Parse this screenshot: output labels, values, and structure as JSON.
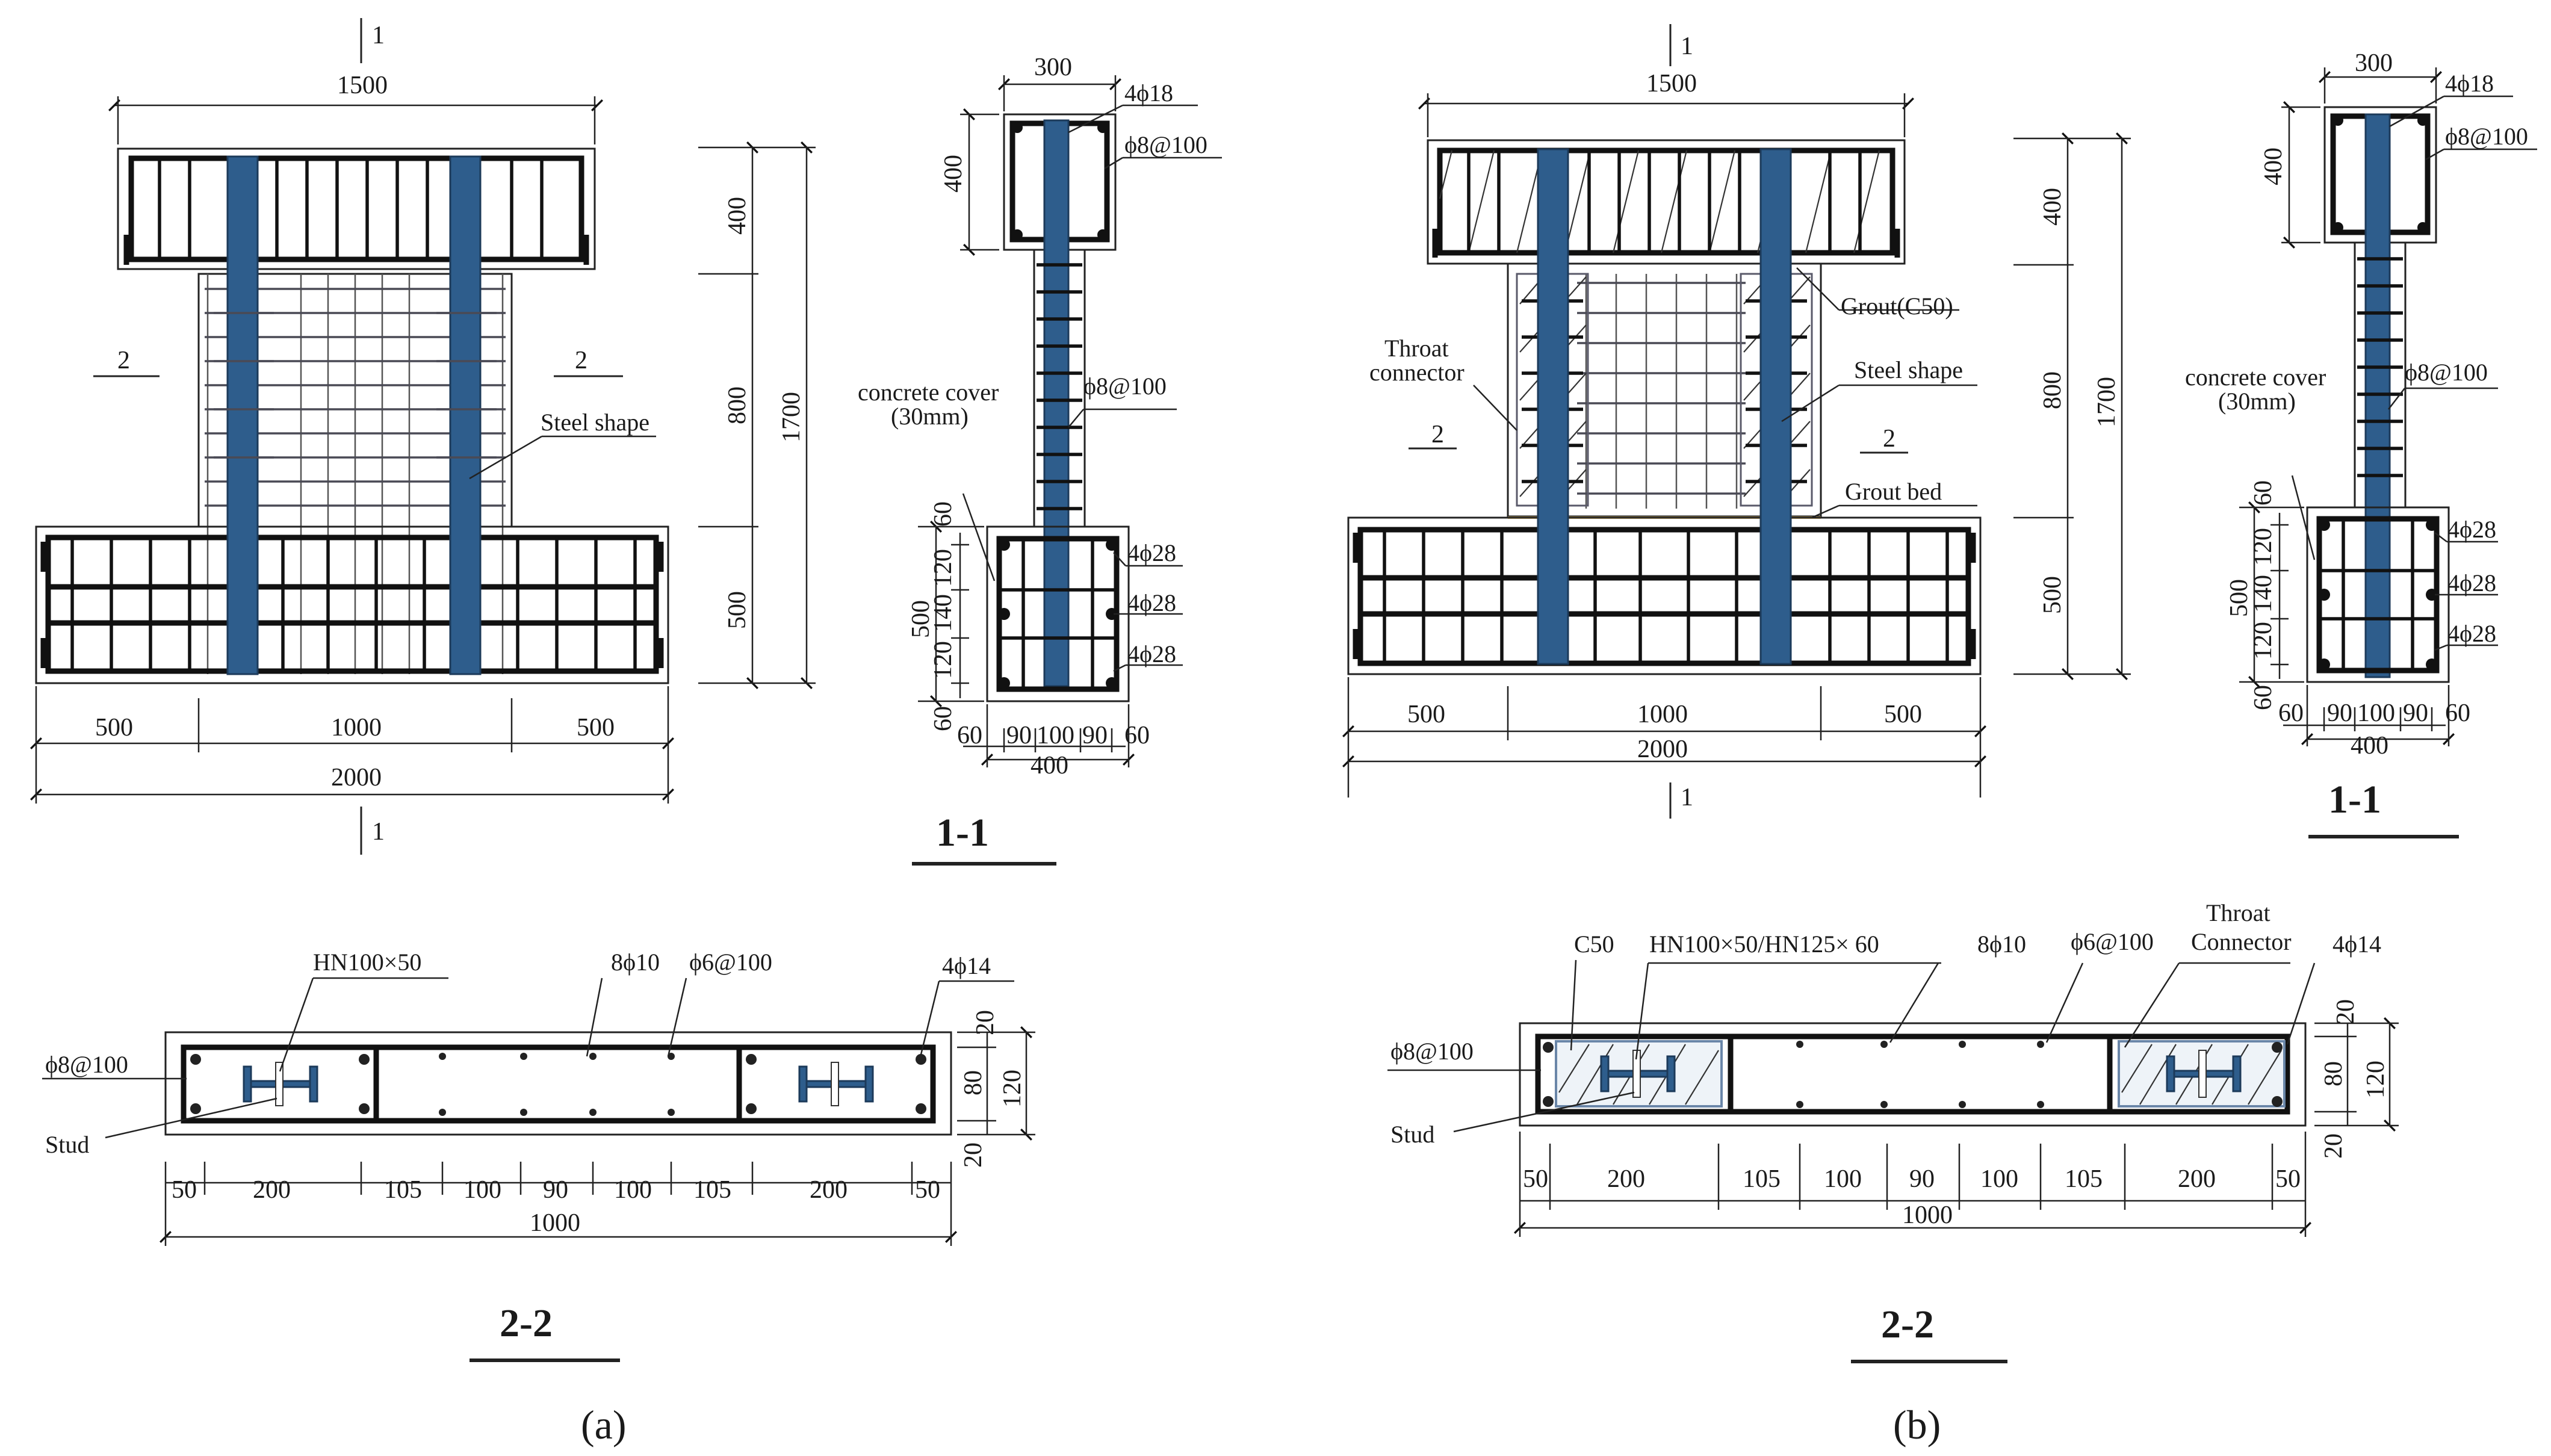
{
  "panel_a": {
    "caption": "(a)",
    "elevation": {
      "section_mark_1": "1",
      "section_mark_2": "2",
      "dims": {
        "beam_width": "1500",
        "base_left": "500",
        "base_mid": "1000",
        "base_right": "500",
        "base_total": "2000",
        "v_beam": "400",
        "v_col": "800",
        "v_base": "500",
        "v_total": "1700"
      },
      "labels": {
        "steel_shape": "Steel shape"
      }
    },
    "section_11": {
      "title": "1-1",
      "dims": {
        "top_width": "300",
        "top_height": "400",
        "base_v1": "60",
        "base_v2": "120",
        "base_v3": "140",
        "base_v4": "120",
        "base_v5": "60",
        "base_height": "500",
        "h1": "60",
        "h2": "90",
        "h3": "100",
        "h4": "90",
        "h5": "60",
        "base_width": "400"
      },
      "labels": {
        "top_bars": "4ϕ18",
        "top_stirrup": "ϕ8@100",
        "col_stirrup": "ϕ8@100",
        "cover_1": "concrete cover",
        "cover_2": "(30mm)",
        "bars_1": "4ϕ28",
        "bars_2": "4ϕ28",
        "bars_3": "4ϕ28"
      }
    },
    "section_22": {
      "title": "2-2",
      "dims": [
        "50",
        "200",
        "105",
        "100",
        "90",
        "100",
        "105",
        "200",
        "50"
      ],
      "total": "1000",
      "v_dims": [
        "20",
        "80",
        "20"
      ],
      "v_total": "120",
      "labels": {
        "steel": "HN100×50",
        "bars_10": "8ϕ10",
        "stirrup_6": "ϕ6@100",
        "bars_14": "4ϕ14",
        "stirrup_8": "ϕ8@100",
        "stud": "Stud"
      }
    }
  },
  "panel_b": {
    "caption": "(b)",
    "elevation": {
      "section_mark_1": "1",
      "section_mark_2": "2",
      "dims": {
        "beam_width": "1500",
        "base_left": "500",
        "base_mid": "1000",
        "base_right": "500",
        "base_total": "2000",
        "v_beam": "400",
        "v_col": "800",
        "v_base": "500",
        "v_total": "1700"
      },
      "labels": {
        "grout": "Grout(C50)",
        "throat_1": "Throat",
        "throat_2": "connector",
        "steel_shape": "Steel shape",
        "grout_bed": "Grout bed"
      }
    },
    "section_11": {
      "title": "1-1",
      "dims": {
        "top_width": "300",
        "top_height": "400",
        "base_v1": "60",
        "base_v2": "120",
        "base_v3": "140",
        "base_v4": "120",
        "base_v5": "60",
        "base_height": "500",
        "h1": "60",
        "h2": "90",
        "h3": "100",
        "h4": "90",
        "h5": "60",
        "base_width": "400"
      },
      "labels": {
        "top_bars": "4ϕ18",
        "top_stirrup": "ϕ8@100",
        "col_stirrup": "ϕ8@100",
        "cover_1": "concrete cover",
        "cover_2": "(30mm)",
        "bars_1": "4ϕ28",
        "bars_2": "4ϕ28",
        "bars_3": "4ϕ28"
      }
    },
    "section_22": {
      "title": "2-2",
      "dims": [
        "50",
        "200",
        "105",
        "100",
        "90",
        "100",
        "105",
        "200",
        "50"
      ],
      "total": "1000",
      "v_dims": [
        "20",
        "80",
        "20"
      ],
      "v_total": "120",
      "labels": {
        "c50": "C50",
        "steel": "HN100×50/HN125× 60",
        "bars_10": "8ϕ10",
        "stirrup_6": "ϕ6@100",
        "throat_1": "Throat",
        "throat_2": "Connector",
        "bars_14": "4ϕ14",
        "stirrup_8": "ϕ8@100",
        "stud": "Stud"
      }
    }
  }
}
